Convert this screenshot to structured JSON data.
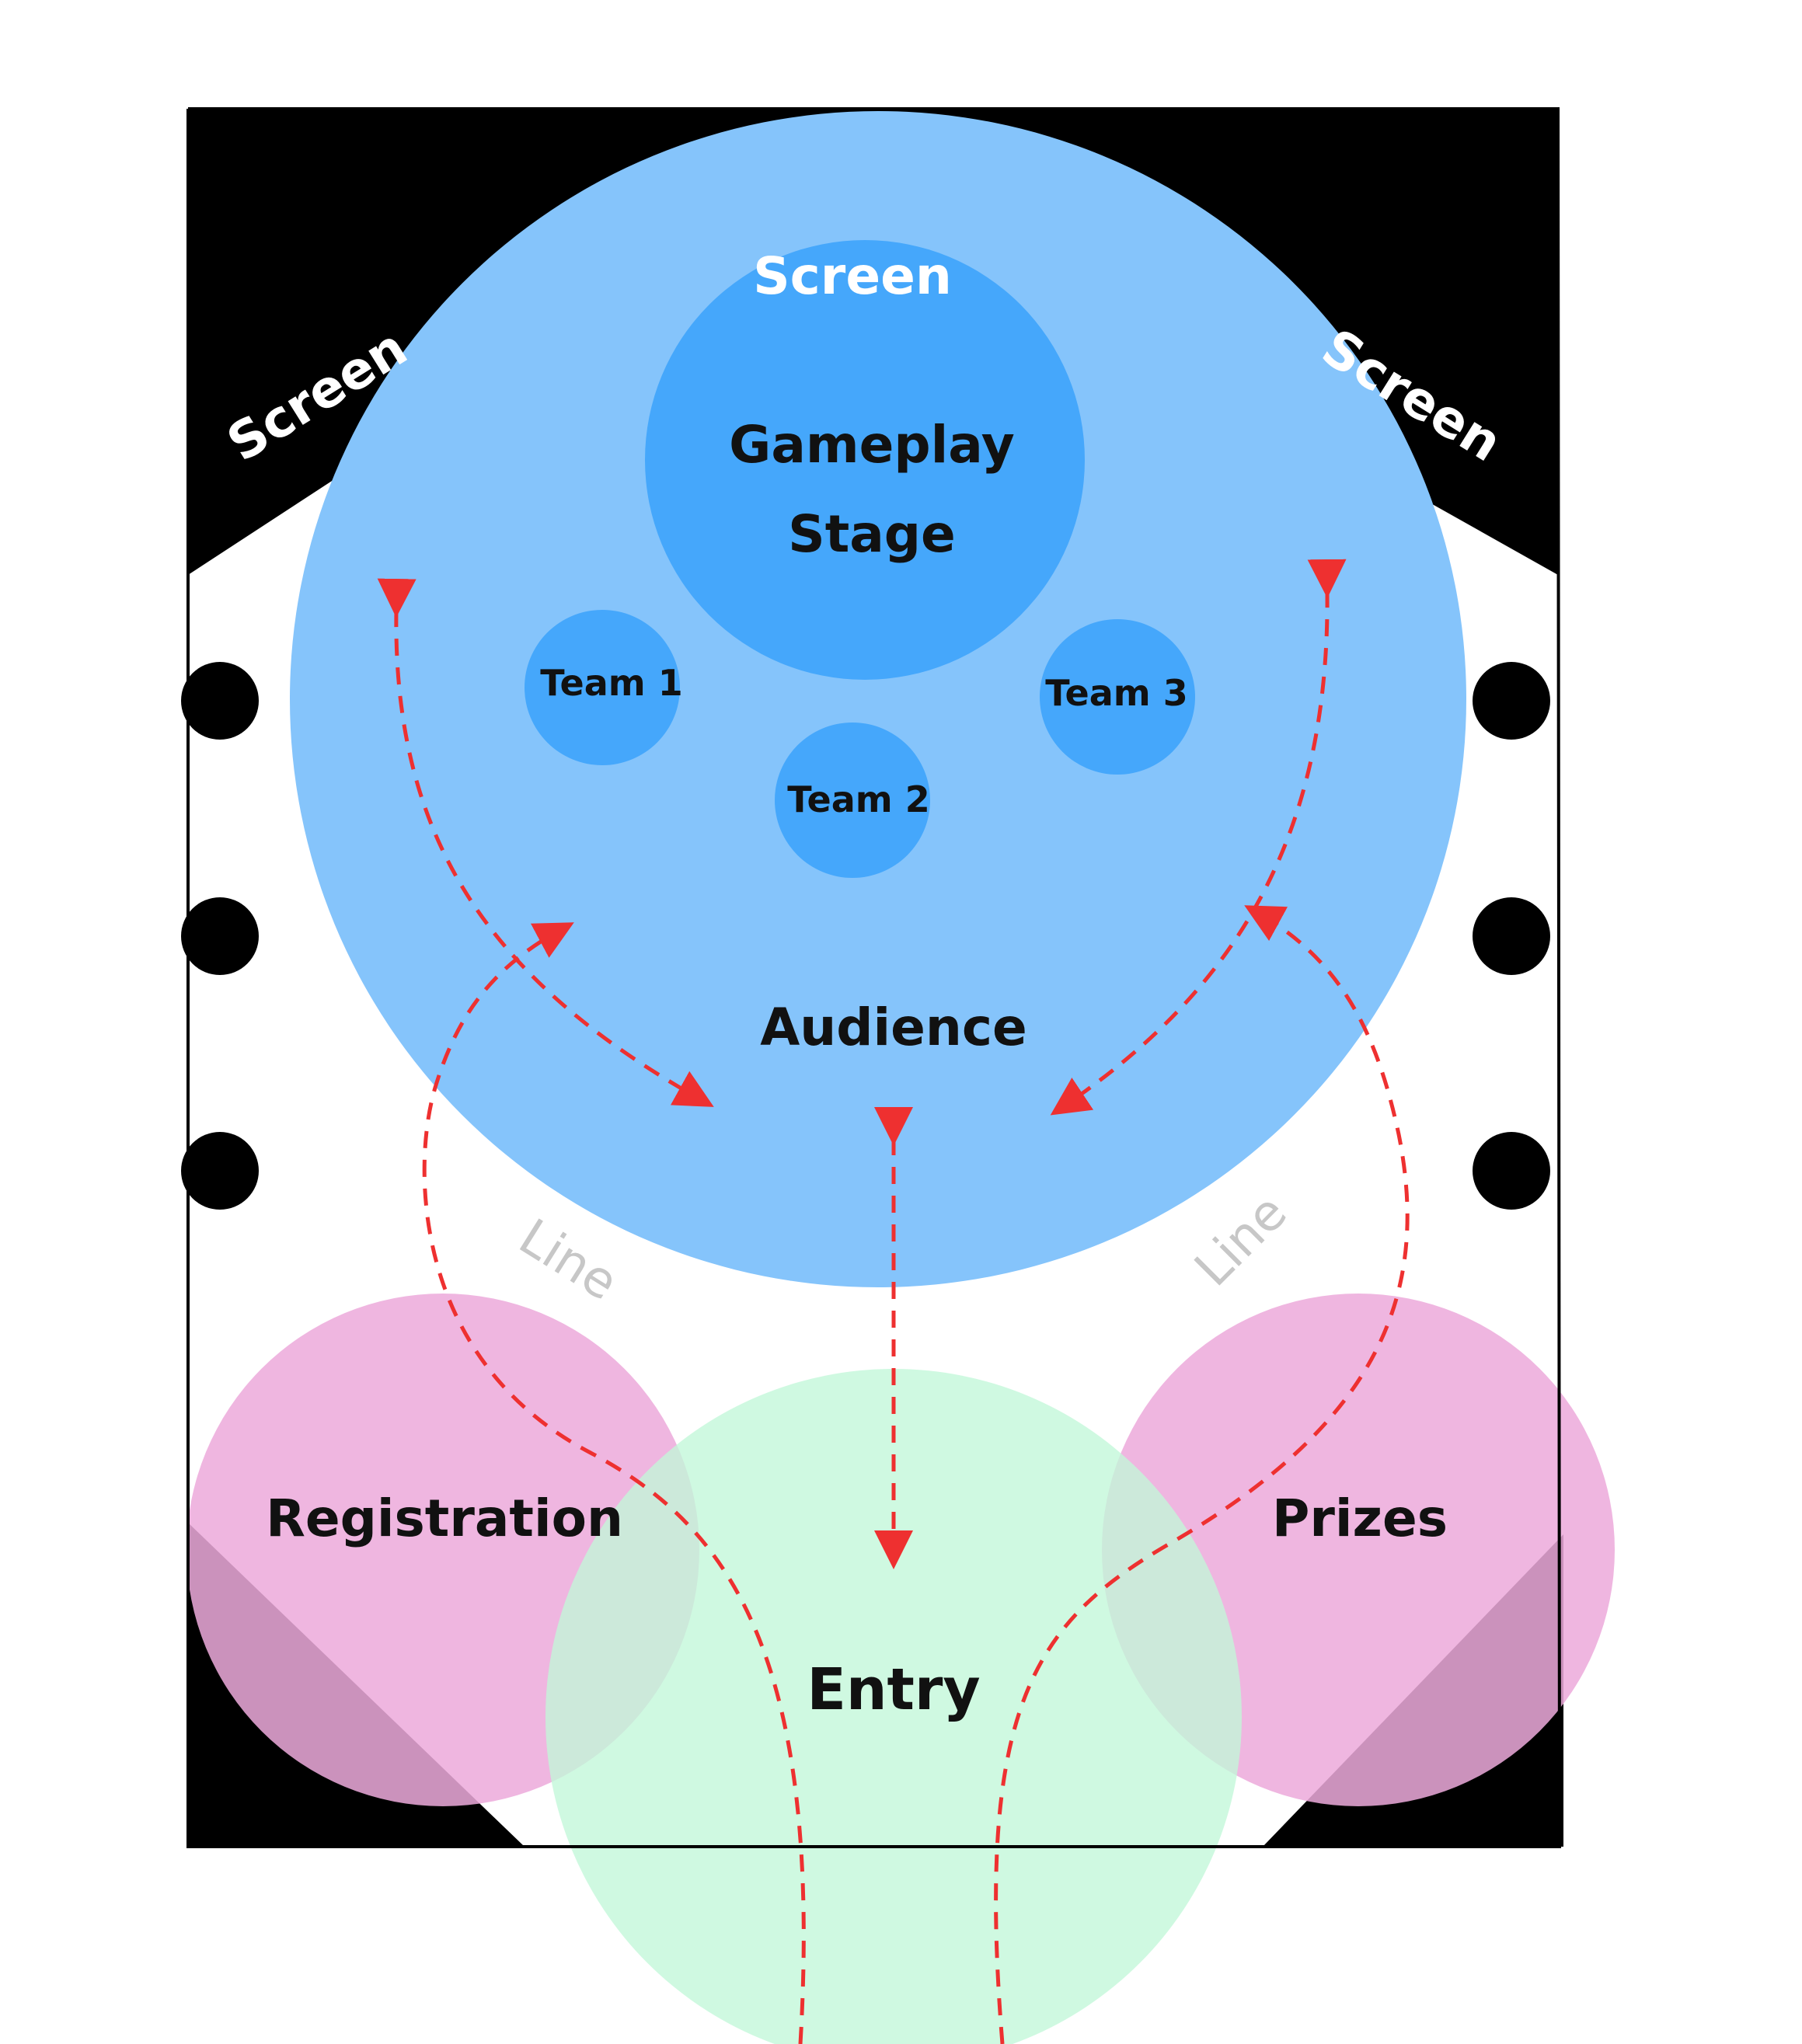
{
  "labels": {
    "screen_top": "Screen",
    "screen_left": "Screen",
    "screen_right": "Screen",
    "stage_line1": "Gameplay",
    "stage_line2": "Stage",
    "team1": "Team 1",
    "team2": "Team 2",
    "team3": "Team 3",
    "audience": "Audience",
    "line_left": "Line",
    "line_right": "Line",
    "registration": "Registration",
    "prizes": "Prizes",
    "entry": "Entry"
  },
  "colors": {
    "screen": "#000000",
    "audience": "#85c4fb",
    "stage": "#45a7fb",
    "teams": "#45a7fb",
    "registration_prizes": "#ecaadb",
    "entry": "#c2f7d8",
    "flow_arrows": "#ee3030",
    "pillars": "#000000",
    "line_text": "#c7c7c7"
  },
  "pillar_count_per_side": 3
}
